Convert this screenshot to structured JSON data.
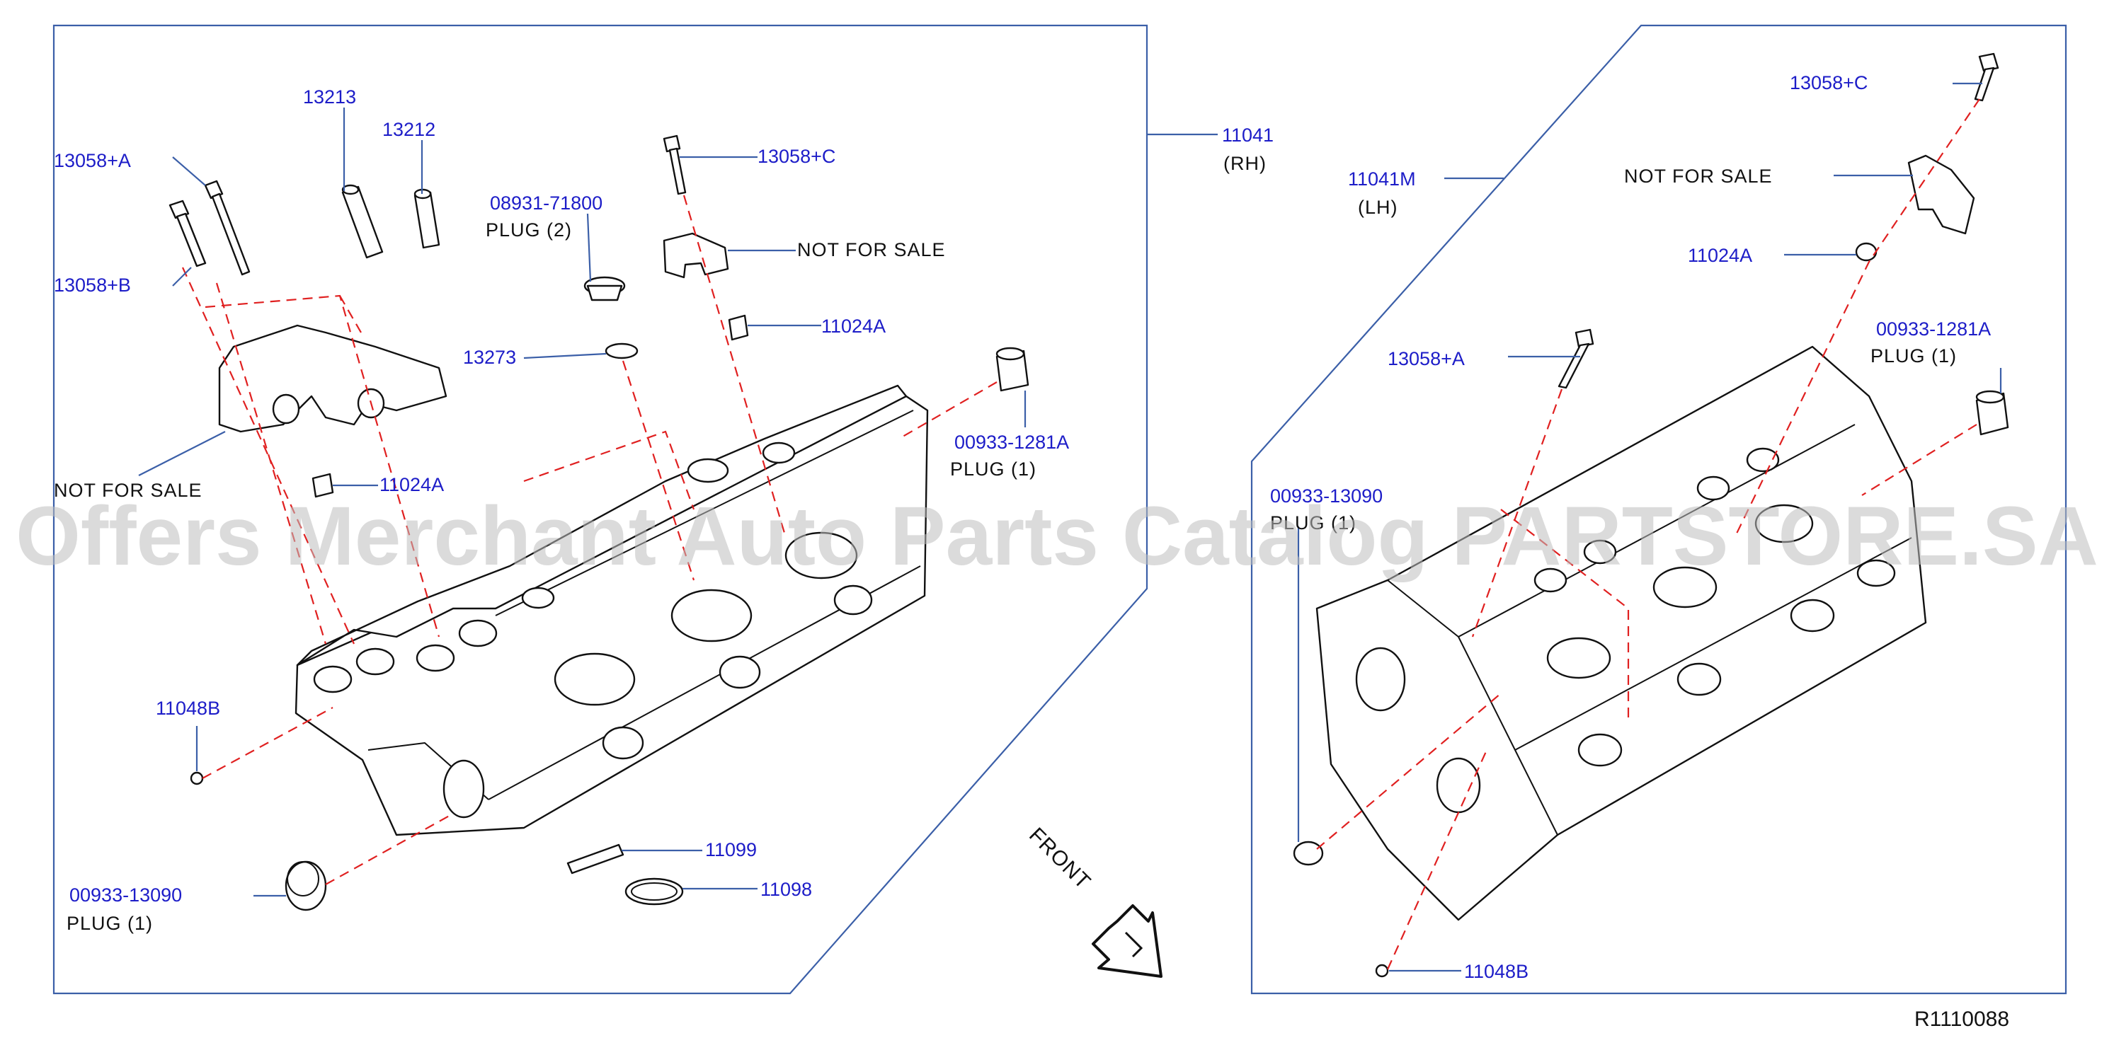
{
  "left_panel": {
    "assembly_part": "11041",
    "assembly_side": "(RH)",
    "labels": {
      "bolt_a": "13058+A",
      "bolt_b": "13058+B",
      "bolt_c": "13058+C",
      "pin_13213": "13213",
      "pin_13212": "13212",
      "plug_08931": "08931-71800",
      "plug_08931_desc": "PLUG  (2)",
      "washer_13273": "13273",
      "nfs_bracket": "NOT  FOR  SALE",
      "nfs_housing": "NOT  FOR  SALE",
      "dowel_upper": "11024A",
      "dowel_lower": "11024A",
      "plug_00933_1281": "00933-1281A",
      "plug_00933_1281_desc": "PLUG  (1)",
      "ball_11048": "11048B",
      "plug_00933_13090": "00933-13090",
      "plug_00933_13090_desc": "PLUG  (1)",
      "seal_11099": "11099",
      "ring_11098": "11098"
    }
  },
  "right_panel": {
    "assembly_part": "11041M",
    "assembly_side": "(LH)",
    "labels": {
      "bolt_c": "13058+C",
      "nfs_bracket": "NOT  FOR  SALE",
      "dowel": "11024A",
      "plug_00933_1281": "00933-1281A",
      "plug_00933_1281_desc": "PLUG  (1)",
      "bolt_a": "13058+A",
      "plug_00933_13090": "00933-13090",
      "plug_00933_13090_desc": "PLUG  (1)",
      "ball_11048": "11048B"
    }
  },
  "front_label": "FRONT",
  "watermark": "Offers Merchant Auto Parts Catalog PARTSTORE.SA",
  "reference_code": "R1110088",
  "colors": {
    "part_number": "#1d1dc8",
    "leader_line": "#3b5fa8",
    "center_line": "#e02020",
    "drawing": "#111111"
  }
}
